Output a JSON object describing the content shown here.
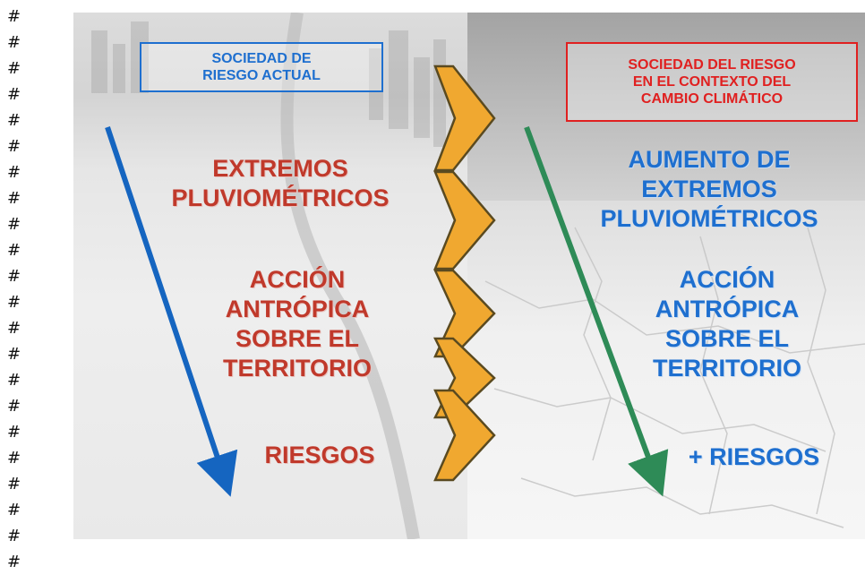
{
  "left_panel": {
    "title_lines": [
      "SOCIEDAD DE",
      "RIESGO  ACTUAL"
    ],
    "label_1": [
      "EXTREMOS",
      "PLUVIOMÉTRICOS"
    ],
    "label_2": [
      "ACCIÓN",
      "ANTRÓPICA",
      "SOBRE EL",
      "TERRITORIO"
    ],
    "label_3": "RIESGOS"
  },
  "right_panel": {
    "title_lines": [
      "SOCIEDAD DEL RIESGO",
      "EN EL CONTEXTO  DEL",
      "CAMBIO CLIMÁTICO"
    ],
    "label_1": [
      "AUMENTO DE",
      "EXTREMOS",
      "PLUVIOMÉTRICOS"
    ],
    "label_2": [
      "ACCIÓN",
      "ANTRÓPICA",
      "SOBRE EL",
      "TERRITORIO"
    ],
    "label_3": "+ RIESGOS"
  },
  "gutter_marks": [
    "#",
    "#",
    "#",
    "#",
    "#",
    "#",
    "#",
    "#",
    "#",
    "#",
    "#",
    "#",
    "#",
    "#",
    "#",
    "#",
    "#",
    "#",
    "#",
    "#",
    "#",
    "#"
  ],
  "colors": {
    "red_text": "#c0392b",
    "blue_text": "#1e6fcf",
    "left_arrow": "#1565c0",
    "right_arrow": "#2e8b57",
    "chevron_fill": "#f0a830"
  },
  "icons": [
    "chevron-icon",
    "down-arrow-icon"
  ]
}
